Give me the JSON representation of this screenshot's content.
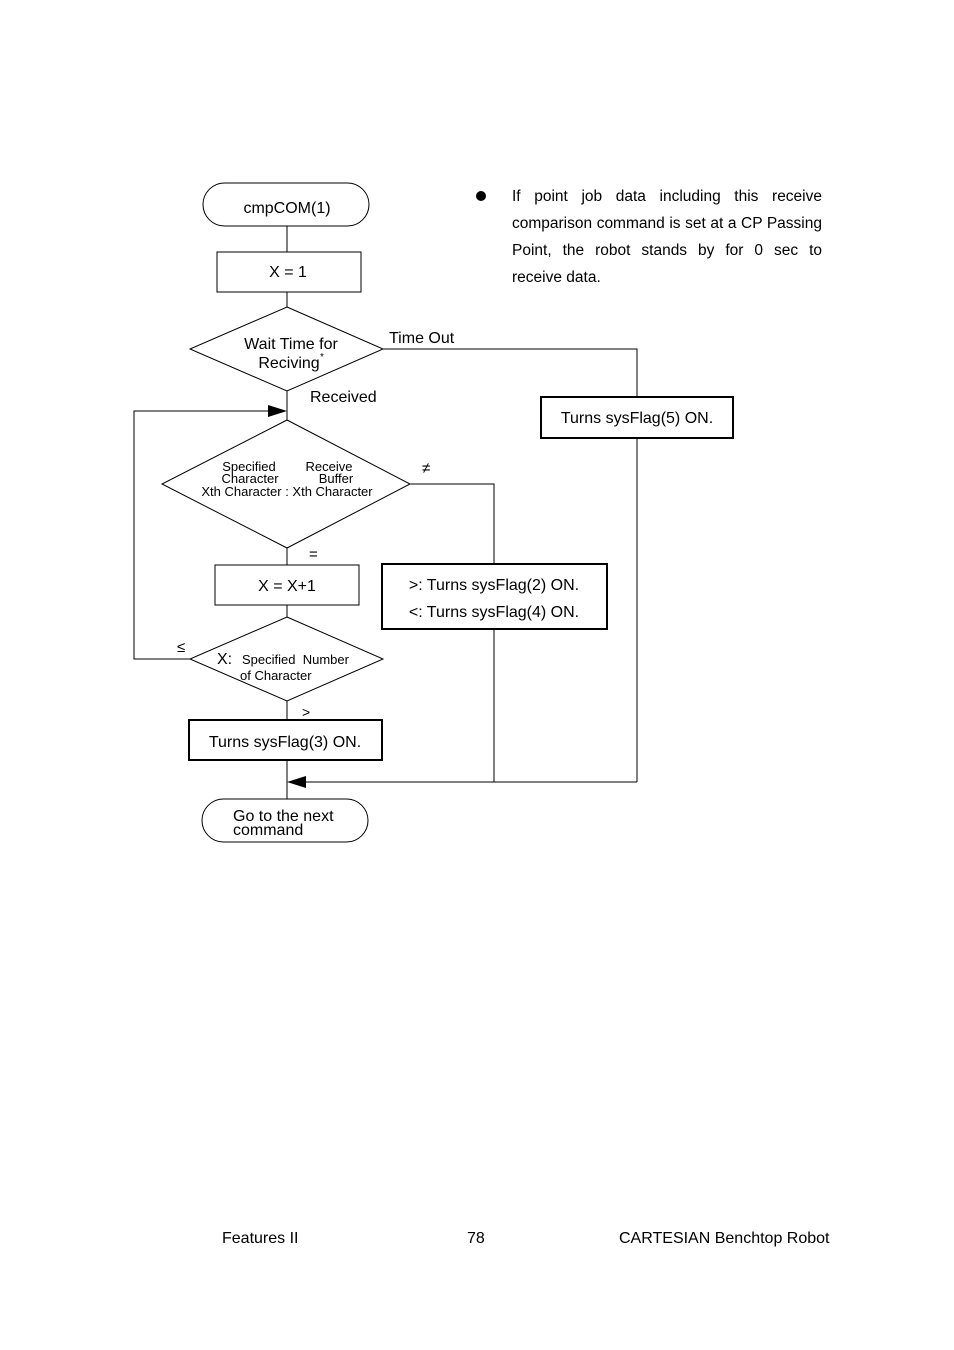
{
  "flowchart": {
    "start_label": "cmpCOM(1)",
    "init_label": "X = 1",
    "wait_decision": {
      "line1": "Wait Time for",
      "line2": "Reciving",
      "asterisk": "*"
    },
    "timeout_label": "Time Out",
    "received_label": "Received",
    "flag5_label": "Turns sysFlag(5) ON.",
    "compare_decision": {
      "col1_line1": "Specified",
      "col1_line2": "Character",
      "col2_line1": "Receive",
      "col2_line2": "Buffer",
      "line3": "Xth Character : Xth Character"
    },
    "not_equal_label": "≠",
    "equal_label": "=",
    "increment_label": "X = X+1",
    "mismatch_flags": {
      "line1": ">: Turns sysFlag(2) ON.",
      "line2": "<: Turns sysFlag(4) ON."
    },
    "count_decision": {
      "prefix": "X:",
      "line1": "Specified  Number",
      "line2": "of Character"
    },
    "lte_label": "≤",
    "gt_label": ">",
    "flag3_label": "Turns sysFlag(3) ON.",
    "end_label": {
      "line1": "Go to the next",
      "line2": "command"
    }
  },
  "note": {
    "text": "If point job data including this receive comparison command is set at a CP Passing Point, the robot stands by for 0 sec to receive data."
  },
  "footer": {
    "left": "Features II",
    "center": "78",
    "right": "CARTESIAN Benchtop Robot"
  }
}
